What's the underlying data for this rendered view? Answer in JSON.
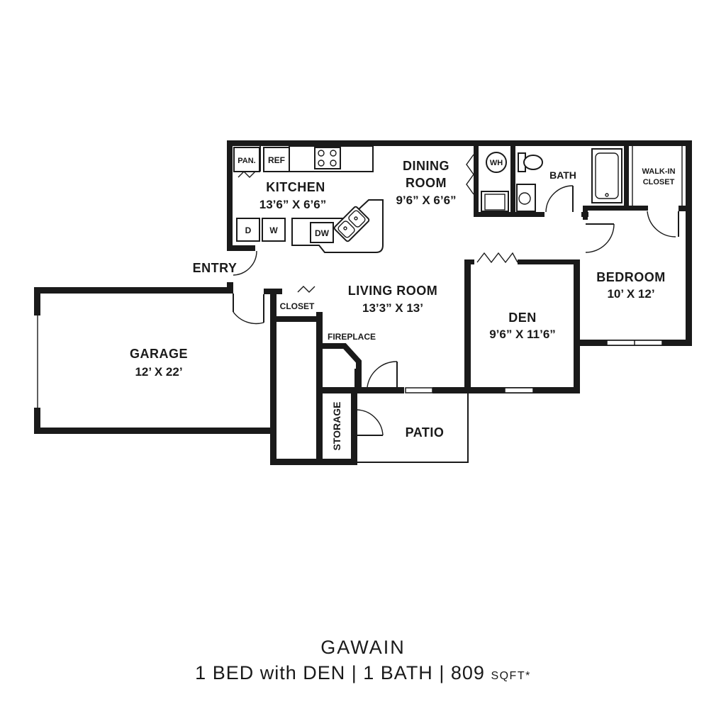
{
  "plan": {
    "name": "GAWAIN",
    "beds": "1 BED with DEN",
    "sep1": "|",
    "baths": "1 BATH",
    "sep2": "|",
    "sqft_value": "809",
    "sqft_unit": "SQFT*"
  },
  "rooms": {
    "kitchen": {
      "name": "KITCHEN",
      "size": "13’6” X 6’6”"
    },
    "dining": {
      "name_line1": "DINING",
      "name_line2": "ROOM",
      "size": "9’6” X 6’6”"
    },
    "living": {
      "name": "LIVING ROOM",
      "size": "13’3” X 13’"
    },
    "den": {
      "name": "DEN",
      "size": "9’6” X 11’6”"
    },
    "bedroom": {
      "name": "BEDROOM",
      "size": "10’ X 12’"
    },
    "garage": {
      "name": "GARAGE",
      "size": "12’ X 22’"
    },
    "entry": "ENTRY",
    "bath": "BATH",
    "walkin_line1": "WALK-IN",
    "walkin_line2": "CLOSET",
    "closet": "CLOSET",
    "fireplace": "FIREPLACE",
    "storage": "STORAGE",
    "patio": "PATIO"
  },
  "fixtures": {
    "pantry": "PAN.",
    "refrigerator": "REF",
    "dryer": "D",
    "washer": "W",
    "dishwasher": "DW",
    "water_heater": "WH"
  },
  "colors": {
    "wall": "#1a1a1a",
    "background": "#ffffff"
  }
}
